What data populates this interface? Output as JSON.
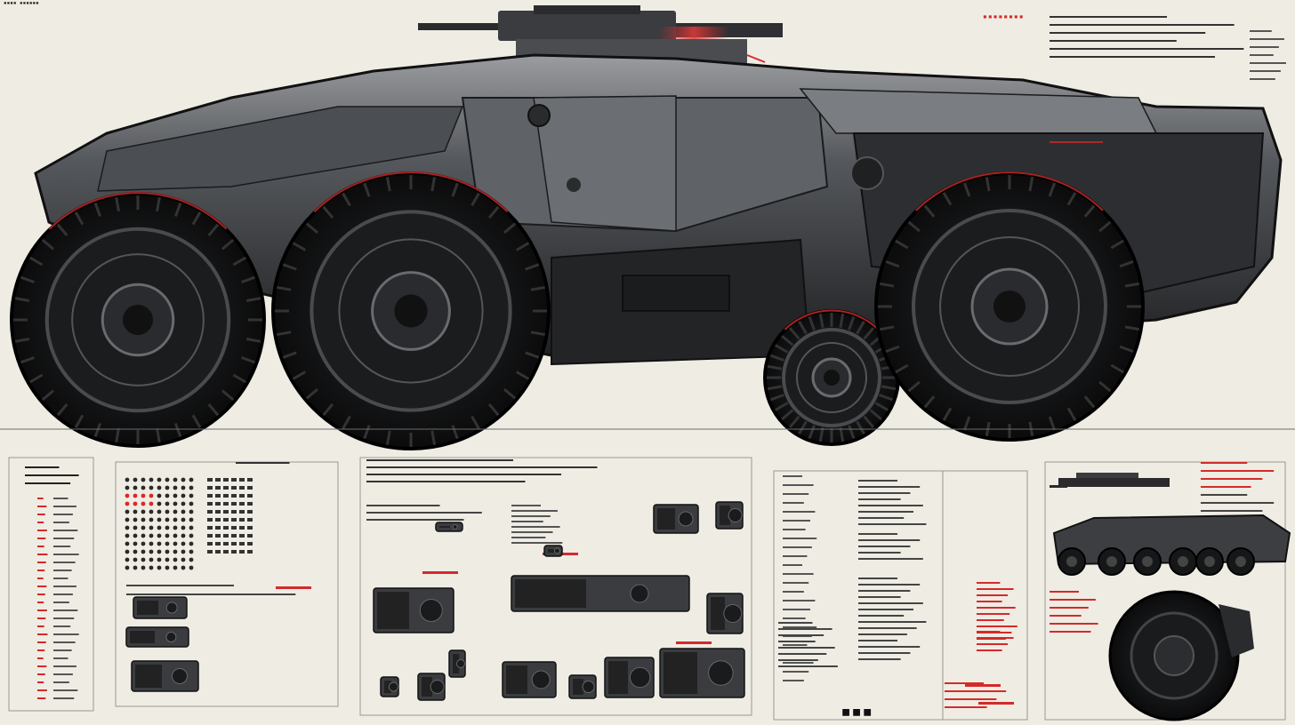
{
  "sheet": {
    "corner_label": "▪▪▪▪ ▪▪▪▪▪▪",
    "spec_heading": "▪▪▪▪▪▪▪▪",
    "bottom_code": "▪▪▪"
  },
  "colors": {
    "paper": "#efece4",
    "ink": "#1c1d1f",
    "hull": "#3a3c3f",
    "hull_light": "#8d8f92",
    "accent_red": "#d42a2a"
  },
  "icons": {
    "main_vehicle": "armored-six-wheel-vehicle-side-view",
    "turret": "cannon-turret",
    "thumbnail_top": "vehicle-top-view",
    "thumbnail_side": "vehicle-side-view",
    "thumbnail_wheel": "wheel-detail"
  }
}
